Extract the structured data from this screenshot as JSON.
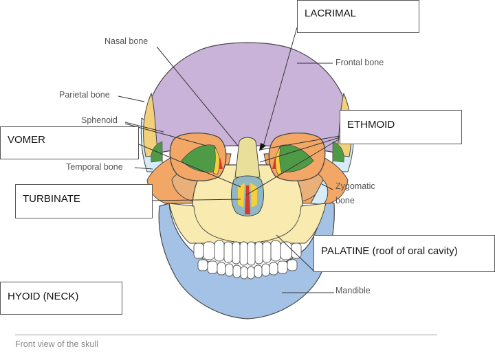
{
  "diagram": {
    "printed_labels": {
      "nasal": "Nasal bone",
      "frontal": "Frontal bone",
      "parietal": "Parietal bone",
      "sphenoid": "Sphenoid",
      "temporal": "Temporal bone",
      "zygomatic_line1": "Zygomatic",
      "zygomatic_line2": "bone",
      "mandible": "Mandible"
    },
    "caption": "Front view of the skull",
    "boxes": {
      "lacrimal": "LACRIMAL",
      "ethmoid": "ETHMOID",
      "vomer": "VOMER",
      "turbinate": "TURBINATE",
      "palatine": "PALATINE (roof of oral cavity)",
      "hyoid": "HYOID (NECK)"
    },
    "colors": {
      "frontal": "#c9b3d9",
      "parietal": "#f3d17a",
      "sphenoid": "#f2a766",
      "temporal": "#d6ecf7",
      "maxilla": "#f9eab0",
      "zygomatic": "#eab07a",
      "mandible": "#a3c2e5",
      "ethmoid": "#4f9a47",
      "lacrimal": "#f6cf3a",
      "red_accent": "#d63a2a",
      "outline": "#444444"
    }
  }
}
